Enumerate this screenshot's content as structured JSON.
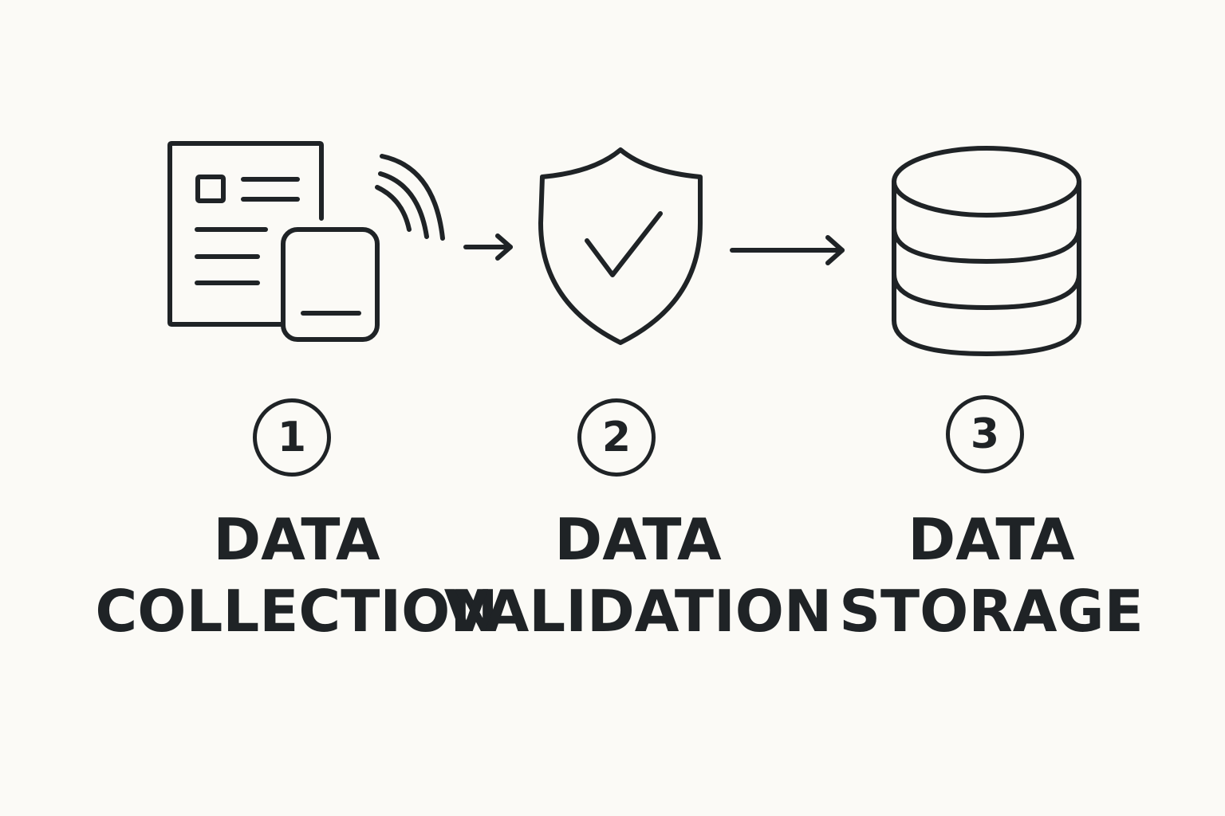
{
  "steps": [
    {
      "number": "1",
      "label_line1": "DATA",
      "label_line2": "COLLECTION",
      "icon": "document-device-wireless-icon"
    },
    {
      "number": "2",
      "label_line1": "DATA",
      "label_line2": "VALIDATION",
      "icon": "shield-check-icon"
    },
    {
      "number": "3",
      "label_line1": "DATA",
      "label_line2": "STORAGE",
      "icon": "database-icon"
    }
  ],
  "colors": {
    "background": "#fbfaf6",
    "ink": "#1f2326"
  }
}
